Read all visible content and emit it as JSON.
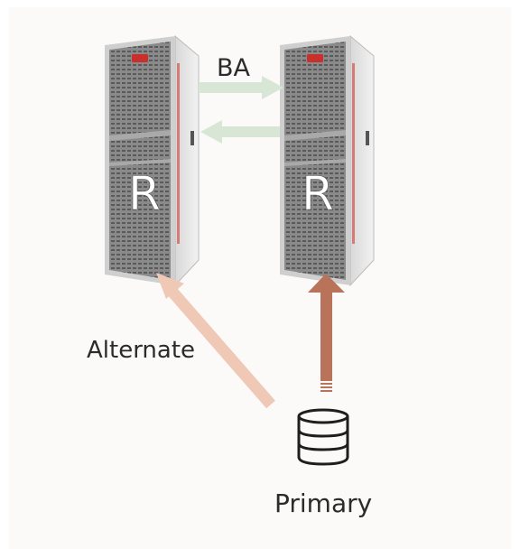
{
  "labels": {
    "ba": "BA",
    "alternate": "Alternate",
    "primary": "Primary",
    "rack_letter": "R"
  },
  "icons": {
    "rack": "server-rack-icon",
    "database": "database-icon"
  },
  "colors": {
    "background": "#fbfaf8",
    "ba_arrows": "#d8e6d5",
    "alternate_arrow": "#f0c8b6",
    "primary_arrow": "#b9735b",
    "rack_brand": "#c9302c",
    "text": "#2b2b2b"
  }
}
